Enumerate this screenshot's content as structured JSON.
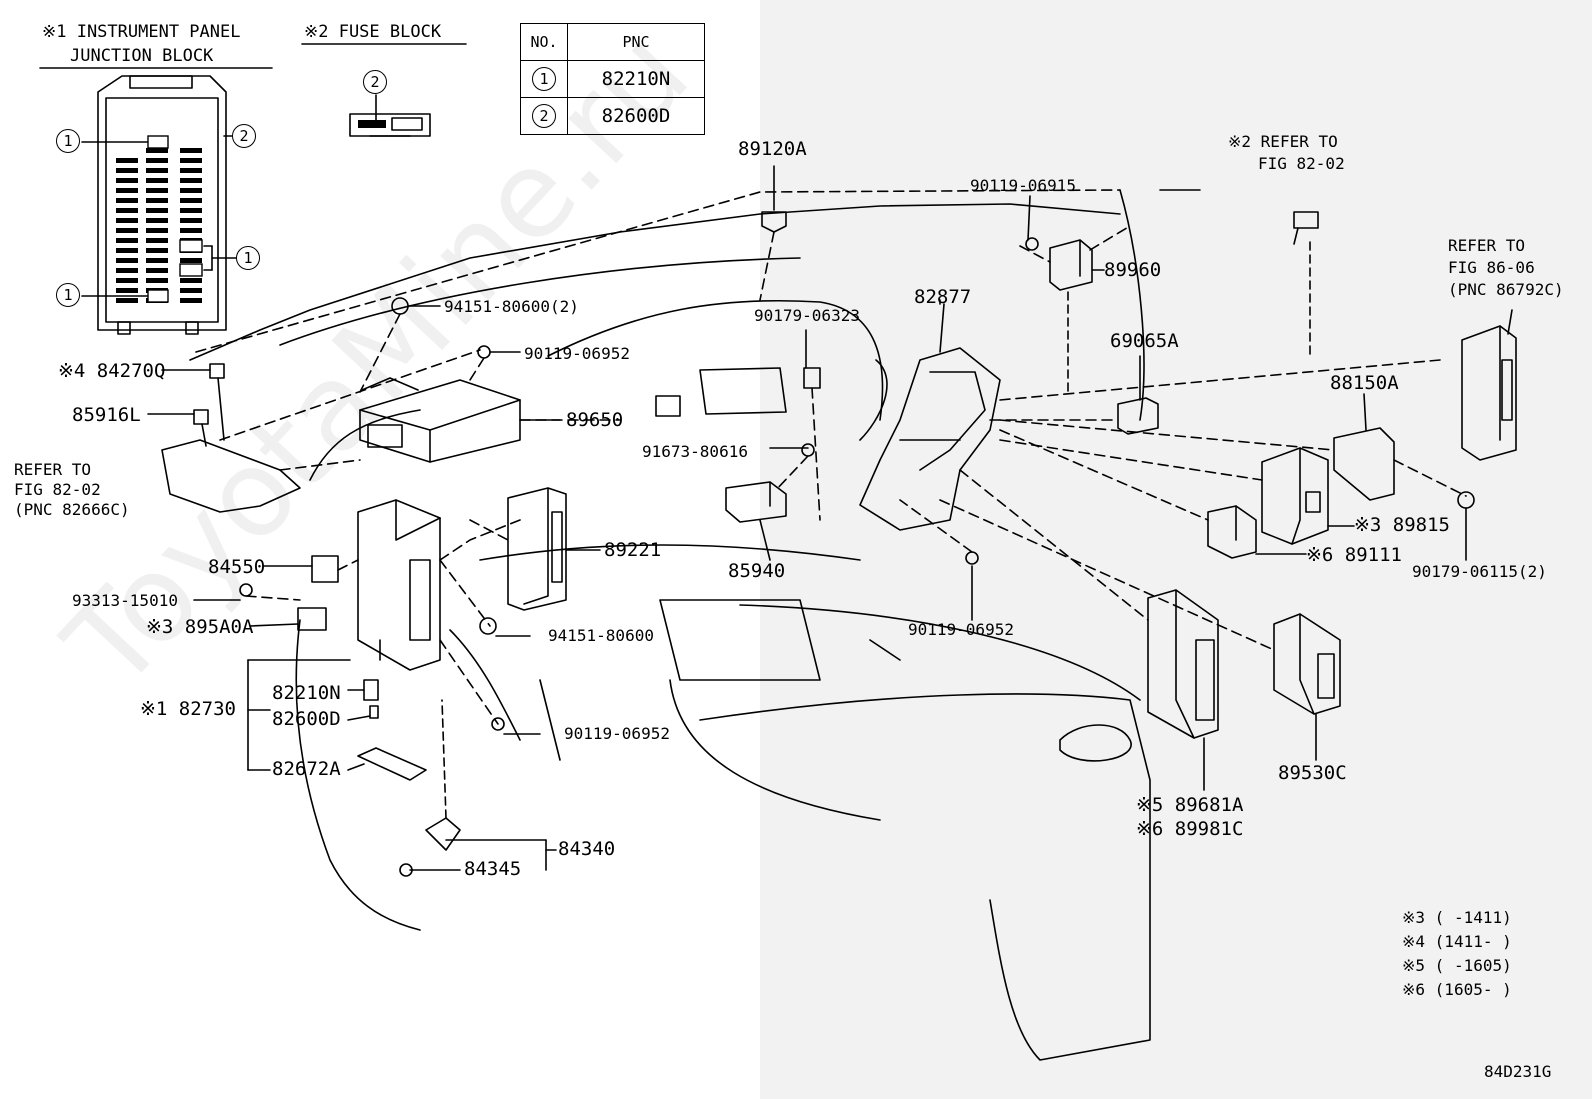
{
  "watermark": "ToyotaMine.ru",
  "headers": {
    "ipjb_line1": "※1 INSTRUMENT PANEL",
    "ipjb_line2": "JUNCTION BLOCK",
    "fuse_block": "※2 FUSE BLOCK"
  },
  "table": {
    "col_no": "NO.",
    "col_pnc": "PNC",
    "rows": [
      {
        "no": "1",
        "pnc": "82210N"
      },
      {
        "no": "2",
        "pnc": "82600D"
      }
    ]
  },
  "callouts": {
    "c1": "1",
    "c2": "2"
  },
  "labels": {
    "p89120A": "89120A",
    "p90119_06915": "90119-06915",
    "p89960": "89960",
    "p82877": "82877",
    "p69065A": "69065A",
    "p94151_80600_2": "94151-80600(2)",
    "p90179_06323": "90179-06323",
    "p90119_06952_a": "90119-06952",
    "p89650": "89650",
    "p91673_80616": "91673-80616",
    "p89221": "89221",
    "p85940": "85940",
    "p84270Q": "※4 84270Q",
    "p85916L": "85916L",
    "p84550": "84550",
    "p93313_15010": "93313-15010",
    "p895A0A": "※3 895A0A",
    "p94151_80600": "94151-80600",
    "p90119_06952_b": "90119-06952",
    "p90119_06952_c": "90119-06952",
    "p82210N": "82210N",
    "p82600D": "82600D",
    "p82730": "※1 82730",
    "p82672A": "82672A",
    "p84345": "84345",
    "p84340": "84340",
    "p88150A": "88150A",
    "p89815": "※3 89815",
    "p89111": "※6 89111",
    "p90179_06115_2": "90179-06115(2)",
    "p89530C": "89530C",
    "p89681A": "※5 89681A",
    "p89981C": "※6 89981C"
  },
  "refs": {
    "left_1": "REFER TO",
    "left_2": "FIG 82-02",
    "left_3": "(PNC 82666C)",
    "top_1": "※2 REFER TO",
    "top_2": "FIG 82-02",
    "right_1": "REFER TO",
    "right_2": "FIG 86-06",
    "right_3": "(PNC 86792C)"
  },
  "notes": [
    "※3 (      -1411)",
    "※4 (1411-      )",
    "※5 (      -1605)",
    "※6 (1605-      )"
  ],
  "figure_code": "84D231G"
}
